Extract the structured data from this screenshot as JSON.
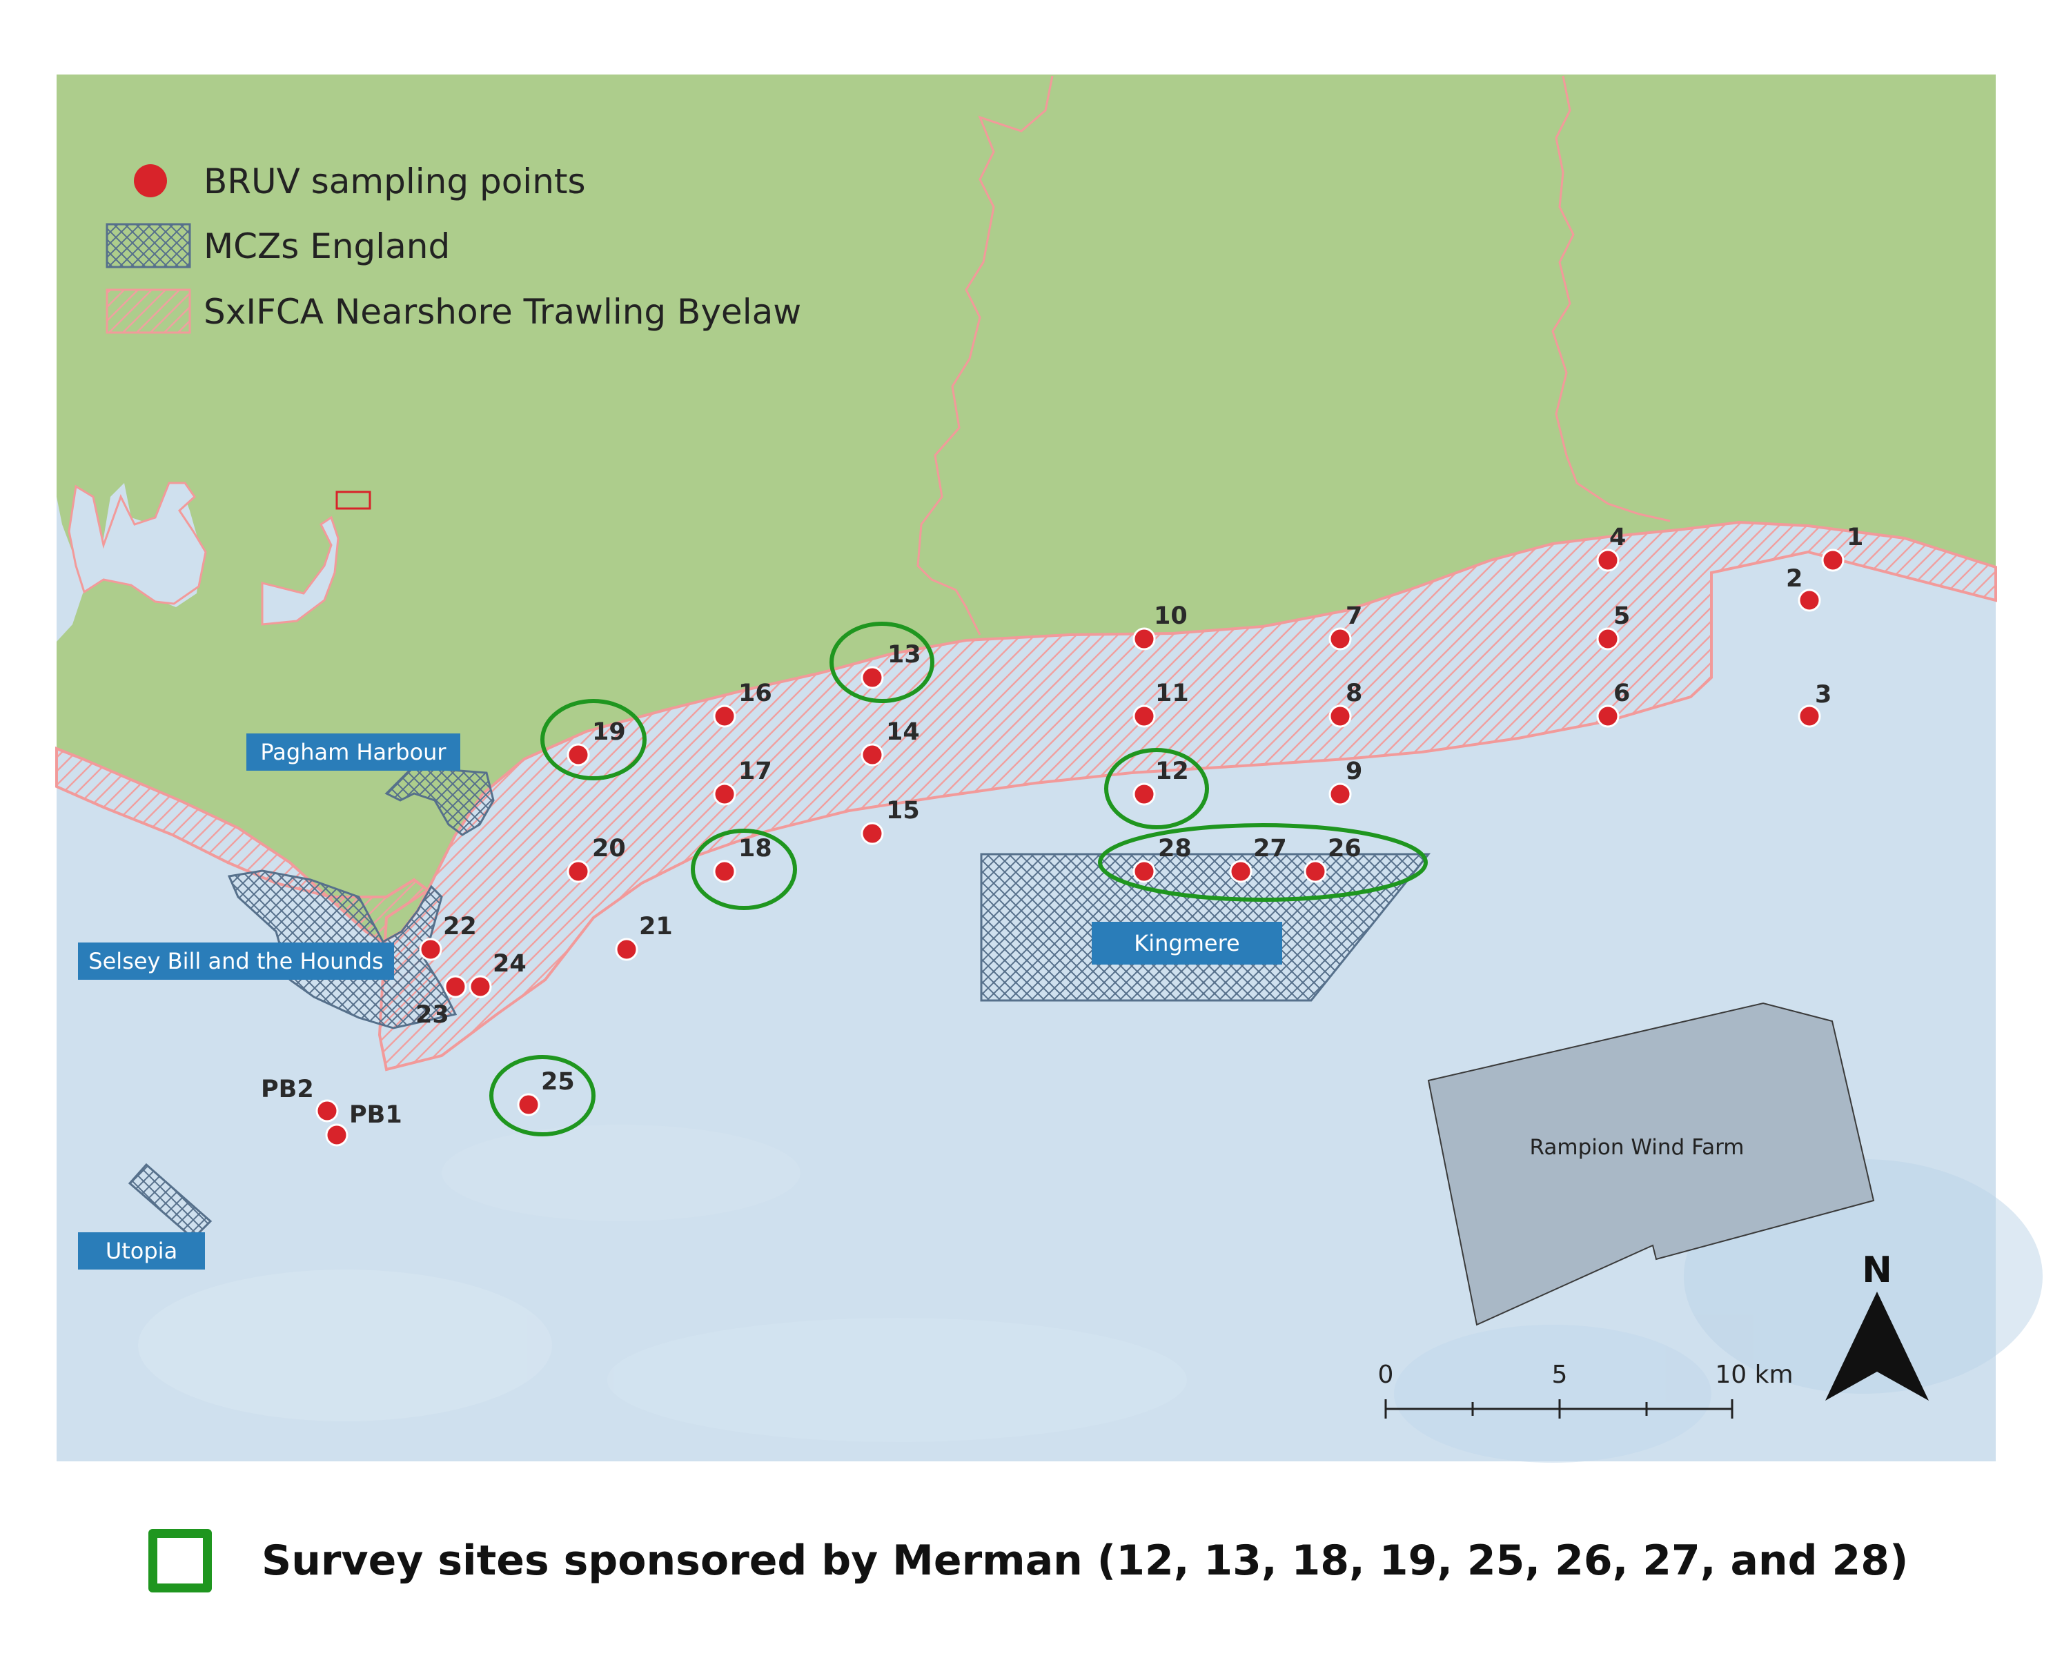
{
  "legend": {
    "bruv": "BRUV sampling points",
    "mcz": "MCZs England",
    "byelaw": "SxIFCA Nearshore Trawling Byelaw"
  },
  "areas": {
    "pagham": "Pagham Harbour",
    "selsey": "Selsey Bill and the Hounds",
    "utopia": "Utopia",
    "kingmere": "Kingmere",
    "rampion": "Rampion Wind Farm"
  },
  "points": [
    {
      "id": "1"
    },
    {
      "id": "2"
    },
    {
      "id": "3"
    },
    {
      "id": "4"
    },
    {
      "id": "5"
    },
    {
      "id": "6"
    },
    {
      "id": "7"
    },
    {
      "id": "8"
    },
    {
      "id": "9"
    },
    {
      "id": "10"
    },
    {
      "id": "11"
    },
    {
      "id": "12"
    },
    {
      "id": "13"
    },
    {
      "id": "14"
    },
    {
      "id": "15"
    },
    {
      "id": "16"
    },
    {
      "id": "17"
    },
    {
      "id": "18"
    },
    {
      "id": "19"
    },
    {
      "id": "20"
    },
    {
      "id": "21"
    },
    {
      "id": "22"
    },
    {
      "id": "23"
    },
    {
      "id": "24"
    },
    {
      "id": "25"
    },
    {
      "id": "26"
    },
    {
      "id": "27"
    },
    {
      "id": "28"
    },
    {
      "id": "PB1"
    },
    {
      "id": "PB2"
    }
  ],
  "highlighted_sites": [
    "12",
    "13",
    "18",
    "19",
    "25",
    "26",
    "27",
    "28"
  ],
  "scale_bar": {
    "ticks": [
      "0",
      "5",
      "10 km"
    ]
  },
  "north_label": "N",
  "colors": {
    "land": "#adcd8c",
    "sea": "#cfe0ee",
    "point": "#d8232a",
    "byelaw": "#f29a9a",
    "mcz": "#4f6f8f",
    "label_box": "#2a7db9",
    "highlight": "#1f961f",
    "wind_farm": "#a9b8c6"
  },
  "caption": "Survey sites sponsored by Merman (12, 13, 18, 19, 25, 26, 27, and 28)"
}
